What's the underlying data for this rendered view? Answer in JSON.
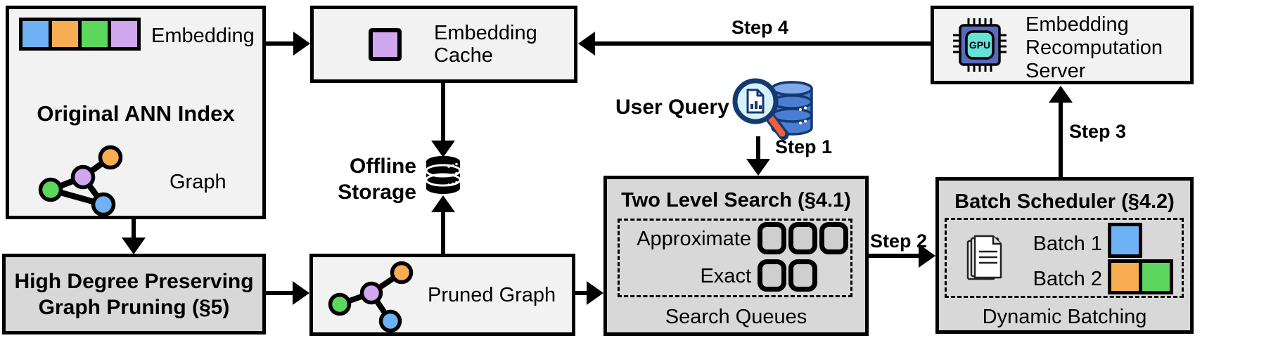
{
  "colors": {
    "canvas_bg": "#ffffff",
    "box_light": "#f2f2f2",
    "box_dark": "#d8d8d8",
    "slot_fill": "#cfcfcf",
    "blue": "#6eb2f5",
    "orange": "#f8ad53",
    "green": "#5cd65c",
    "purple": "#d0a6ef",
    "chip_body": "#5b6abf",
    "chip_core": "#66e2d7",
    "db_blue": "#4a7ed2",
    "db_blue_light": "#7fa9e8",
    "db_outline": "#123a70",
    "lens_fill": "#d6f1fc",
    "handle_orange": "#f2603c"
  },
  "ann_index": {
    "title": "Original ANN Index",
    "embedding_label": "Embedding",
    "graph_label": "Graph",
    "embedding_colors": [
      "#6eb2f5",
      "#f8ad53",
      "#5cd65c",
      "#d0a6ef"
    ]
  },
  "embedding_cache": {
    "line1": "Embedding",
    "line2": "Cache"
  },
  "recomputation_server": {
    "line1": "Embedding",
    "line2": "Recomputation",
    "line3": "Server",
    "chip_label": "GPU"
  },
  "offline_storage": {
    "line1": "Offline",
    "line2": "Storage"
  },
  "user_query": {
    "label": "User Query"
  },
  "steps": {
    "s1": "Step 1",
    "s2": "Step 2",
    "s3": "Step 3",
    "s4": "Step 4"
  },
  "two_level_search": {
    "title": "Two Level Search (§4.1)",
    "approximate_label": "Approximate",
    "exact_label": "Exact",
    "approximate_slots": 3,
    "exact_slots": 2,
    "caption": "Search Queues"
  },
  "batch_scheduler": {
    "title": "Batch Scheduler (§4.2)",
    "batch1_label": "Batch 1",
    "batch2_label": "Batch 2",
    "batch1_colors": [
      "#6eb2f5"
    ],
    "batch2_colors": [
      "#f8ad53",
      "#5cd65c"
    ],
    "caption": "Dynamic Batching"
  },
  "high_degree_pruning": {
    "line1": "High Degree Preserving",
    "line2": "Graph Pruning (§5)"
  },
  "pruned_graph": {
    "label": "Pruned Graph"
  }
}
